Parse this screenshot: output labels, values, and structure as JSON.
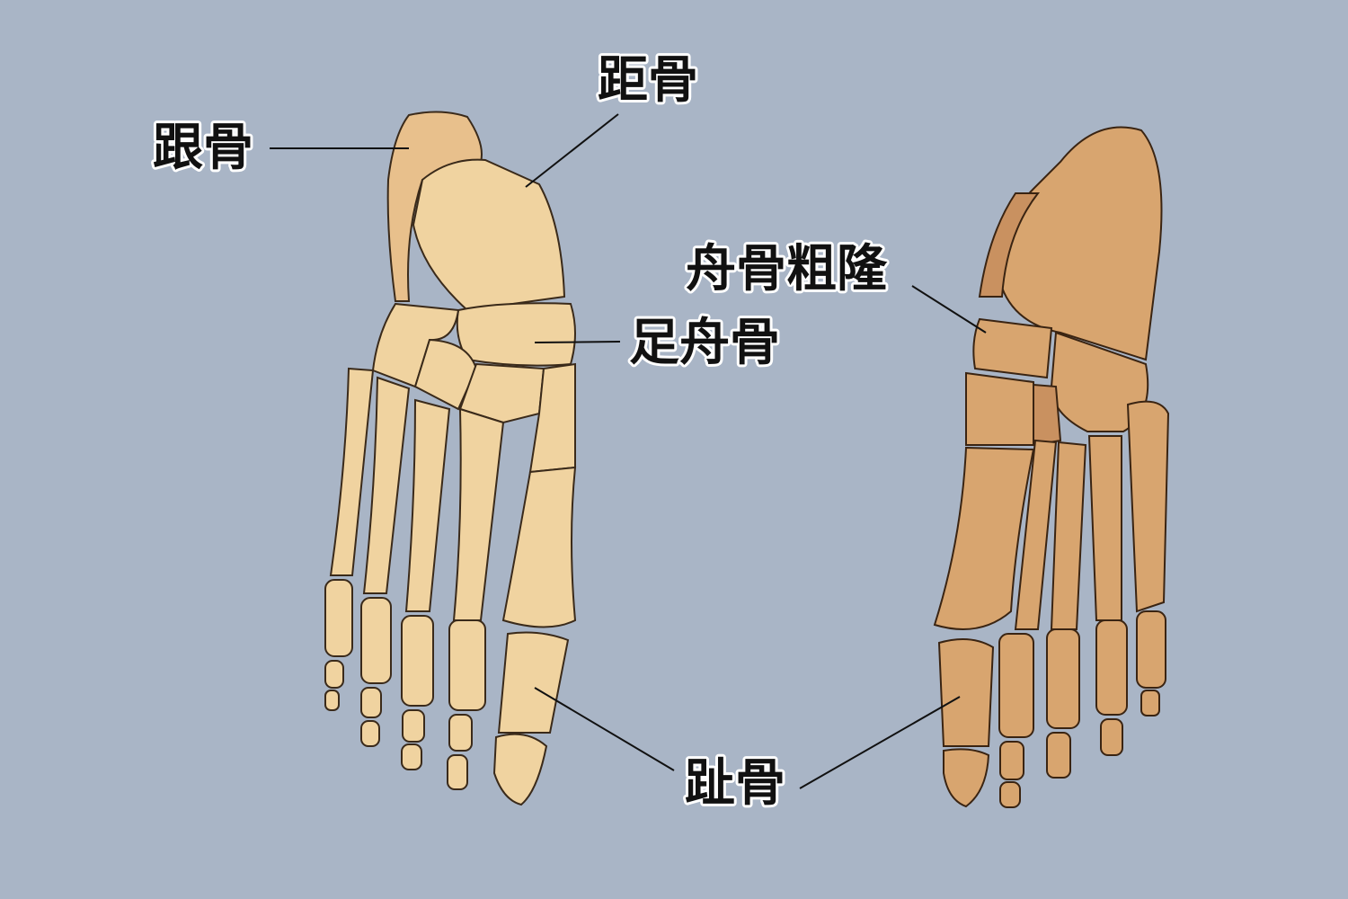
{
  "labels": {
    "calcaneus": "跟骨",
    "talus": "距骨",
    "navicular_tuberosity": "舟骨粗隆",
    "navicular": "足舟骨",
    "phalanges": "趾骨"
  },
  "colors": {
    "background": "#a9b5c6",
    "left_foot_bone": "#f0d3a0",
    "right_foot_bone": "#d8a56f"
  }
}
